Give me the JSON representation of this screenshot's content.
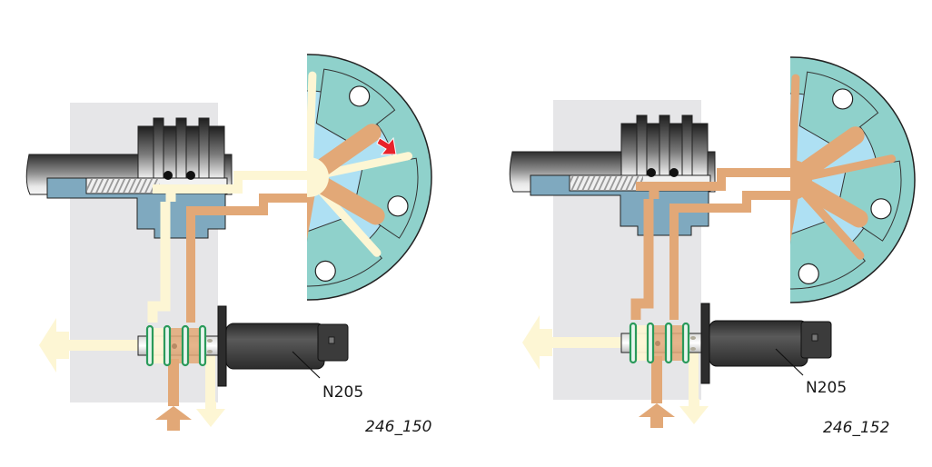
{
  "colors": {
    "housing_bg": "#e6e6e8",
    "oil_pressure": "#e2a877",
    "oil_return": "#fdf6d4",
    "rotor_body": "#8fd1cb",
    "chamber": "#aee0f3",
    "cylinder_head": "#7fa9bf",
    "camshaft_dark": "#3c3c3c",
    "solenoid": "#3a3a3a",
    "seal_ring": "#2a9a5a",
    "direction_arrow": "#e8222a"
  },
  "panels": [
    {
      "id": "left",
      "state": "rotor-advancing",
      "solenoid_label": "N205",
      "figure_number": "246_150",
      "vane_feed_to_chamber_a": "oil_return",
      "vane_feed_to_chamber_b": "oil_pressure",
      "show_direction_arrow": true,
      "direction_arrow": "red-arrow"
    },
    {
      "id": "right",
      "state": "rotor-held",
      "solenoid_label": "N205",
      "figure_number": "246_152",
      "vane_feed_to_chamber_a": "oil_pressure",
      "vane_feed_to_chamber_b": "oil_pressure",
      "show_direction_arrow": false
    }
  ],
  "legend": {
    "supply_arrow": "oil-supply-up",
    "return_arrows": [
      "oil-return-down",
      "oil-return-left"
    ]
  }
}
